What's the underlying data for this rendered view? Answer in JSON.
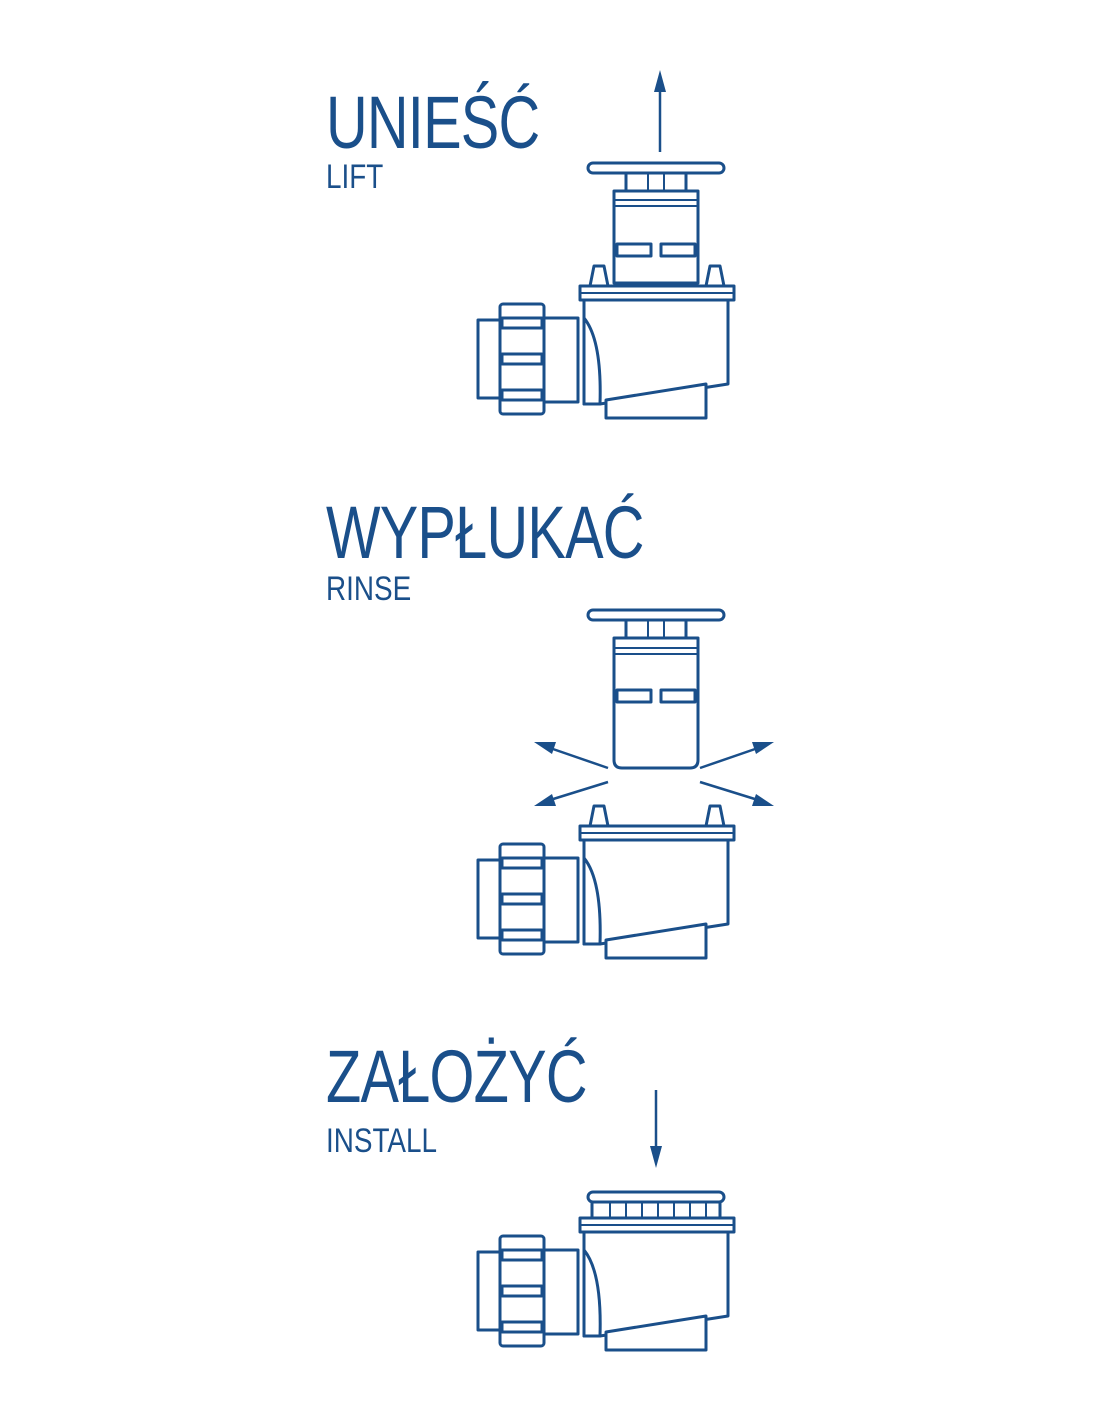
{
  "colors": {
    "accent": "#1a4f8a",
    "fill": "#ffffff"
  },
  "steps": [
    {
      "title": "UNIEŚĆ",
      "subtitle": "LIFT",
      "arrow": "up-arrow-icon"
    },
    {
      "title": "WYPŁUKAĆ",
      "subtitle": "RINSE",
      "arrow": "splash-arrows-icon"
    },
    {
      "title": "ZAŁOŻYĆ",
      "subtitle": "INSTALL",
      "arrow": "down-arrow-icon"
    }
  ]
}
